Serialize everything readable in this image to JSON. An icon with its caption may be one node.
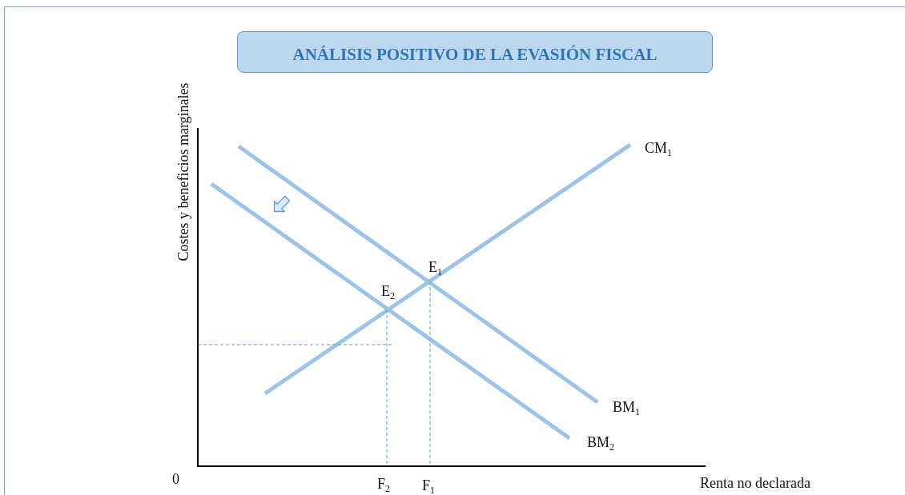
{
  "diagram": {
    "title": "ANÁLISIS POSITIVO DE LA EVASIÓN FISCAL",
    "labels": [
      "Costes y beneficios marginales",
      "CM$_{1}$",
      "E$_{1}$",
      "E$_{2}$",
      "BM$_{1}$",
      "BM$_{2}$",
      "0",
      "F$_{2}$",
      "F$_{1}$",
      "Renta no declarada"
    ]
  }
}
